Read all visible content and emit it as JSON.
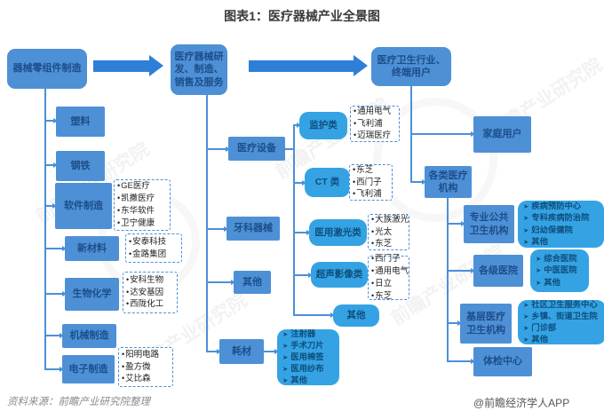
{
  "title": "图表1：医疗器械产业全景图",
  "watermark": "前瞻产业研究院",
  "footer": {
    "source": "资料来源：前瞻产业研究院整理",
    "credit": "@前瞻经济学人APP"
  },
  "bullets": {
    "dashed": "•",
    "solid": "➤"
  },
  "colors": {
    "node_blue": "#4E90D6",
    "bright_blue": "#35A3E3",
    "navy_text": "#1C4E8A",
    "line_blue": "#4A90D8",
    "arrow_blue": "#2E7FD8"
  },
  "main": {
    "components": "器械零组件制造",
    "manufacturing": "医疗器械研发、制造、销售及服务",
    "endusers": "医疗卫生行业、终端用户"
  },
  "left": {
    "items": [
      {
        "label": "塑料",
        "companies": []
      },
      {
        "label": "钢铁",
        "companies": []
      },
      {
        "label": "软件制造",
        "companies": [
          "GE医疗",
          "凯撒医疗",
          "东华软件",
          "卫宁健康"
        ]
      },
      {
        "label": "新材料",
        "companies": [
          "安泰科技",
          "金路集团"
        ]
      },
      {
        "label": "生物化学",
        "companies": [
          "安科生物",
          "达安基因",
          "西陇化工"
        ]
      },
      {
        "label": "机械制造",
        "companies": []
      },
      {
        "label": "电子制造",
        "companies": [
          "阳明电路",
          "盈方微",
          "艾比森"
        ]
      }
    ]
  },
  "middle": {
    "equipment_label": "医疗设备",
    "dental_label": "牙科器械",
    "other_label": "其他",
    "consumables_label": "耗材",
    "equipment": [
      {
        "label": "监护类",
        "companies": [
          "通用电气",
          "飞利浦",
          "迈瑞医疗"
        ]
      },
      {
        "label": "CT 类",
        "companies": [
          "东芝",
          "西门子",
          "飞利浦"
        ]
      },
      {
        "label": "医用激光类",
        "companies": [
          "大族激光",
          "光太",
          "东芝"
        ]
      },
      {
        "label": "超声影像类",
        "companies": [
          "西门子",
          "通用电气",
          "日立",
          "东芝"
        ]
      },
      {
        "label": "其他",
        "companies": []
      }
    ],
    "consumables": [
      "注射器",
      "手术刀片",
      "医用棉签",
      "医用纱布",
      "其他"
    ]
  },
  "right": {
    "home_user": "家庭用户",
    "institutions": "各类医疗机构",
    "categories": [
      {
        "label": "专业公共卫生机构",
        "items": [
          "疾病预防中心",
          "专科疾病防治院",
          "妇幼保健院",
          "其他"
        ]
      },
      {
        "label": "各级医院",
        "items": [
          "综合医院",
          "中医医院",
          "其他"
        ]
      },
      {
        "label": "基层医疗卫生机构",
        "items": [
          "社区卫生服务中心",
          "乡镇、街道卫生院",
          "门诊部",
          "其他"
        ]
      },
      {
        "label": "体检中心",
        "items": []
      }
    ]
  }
}
